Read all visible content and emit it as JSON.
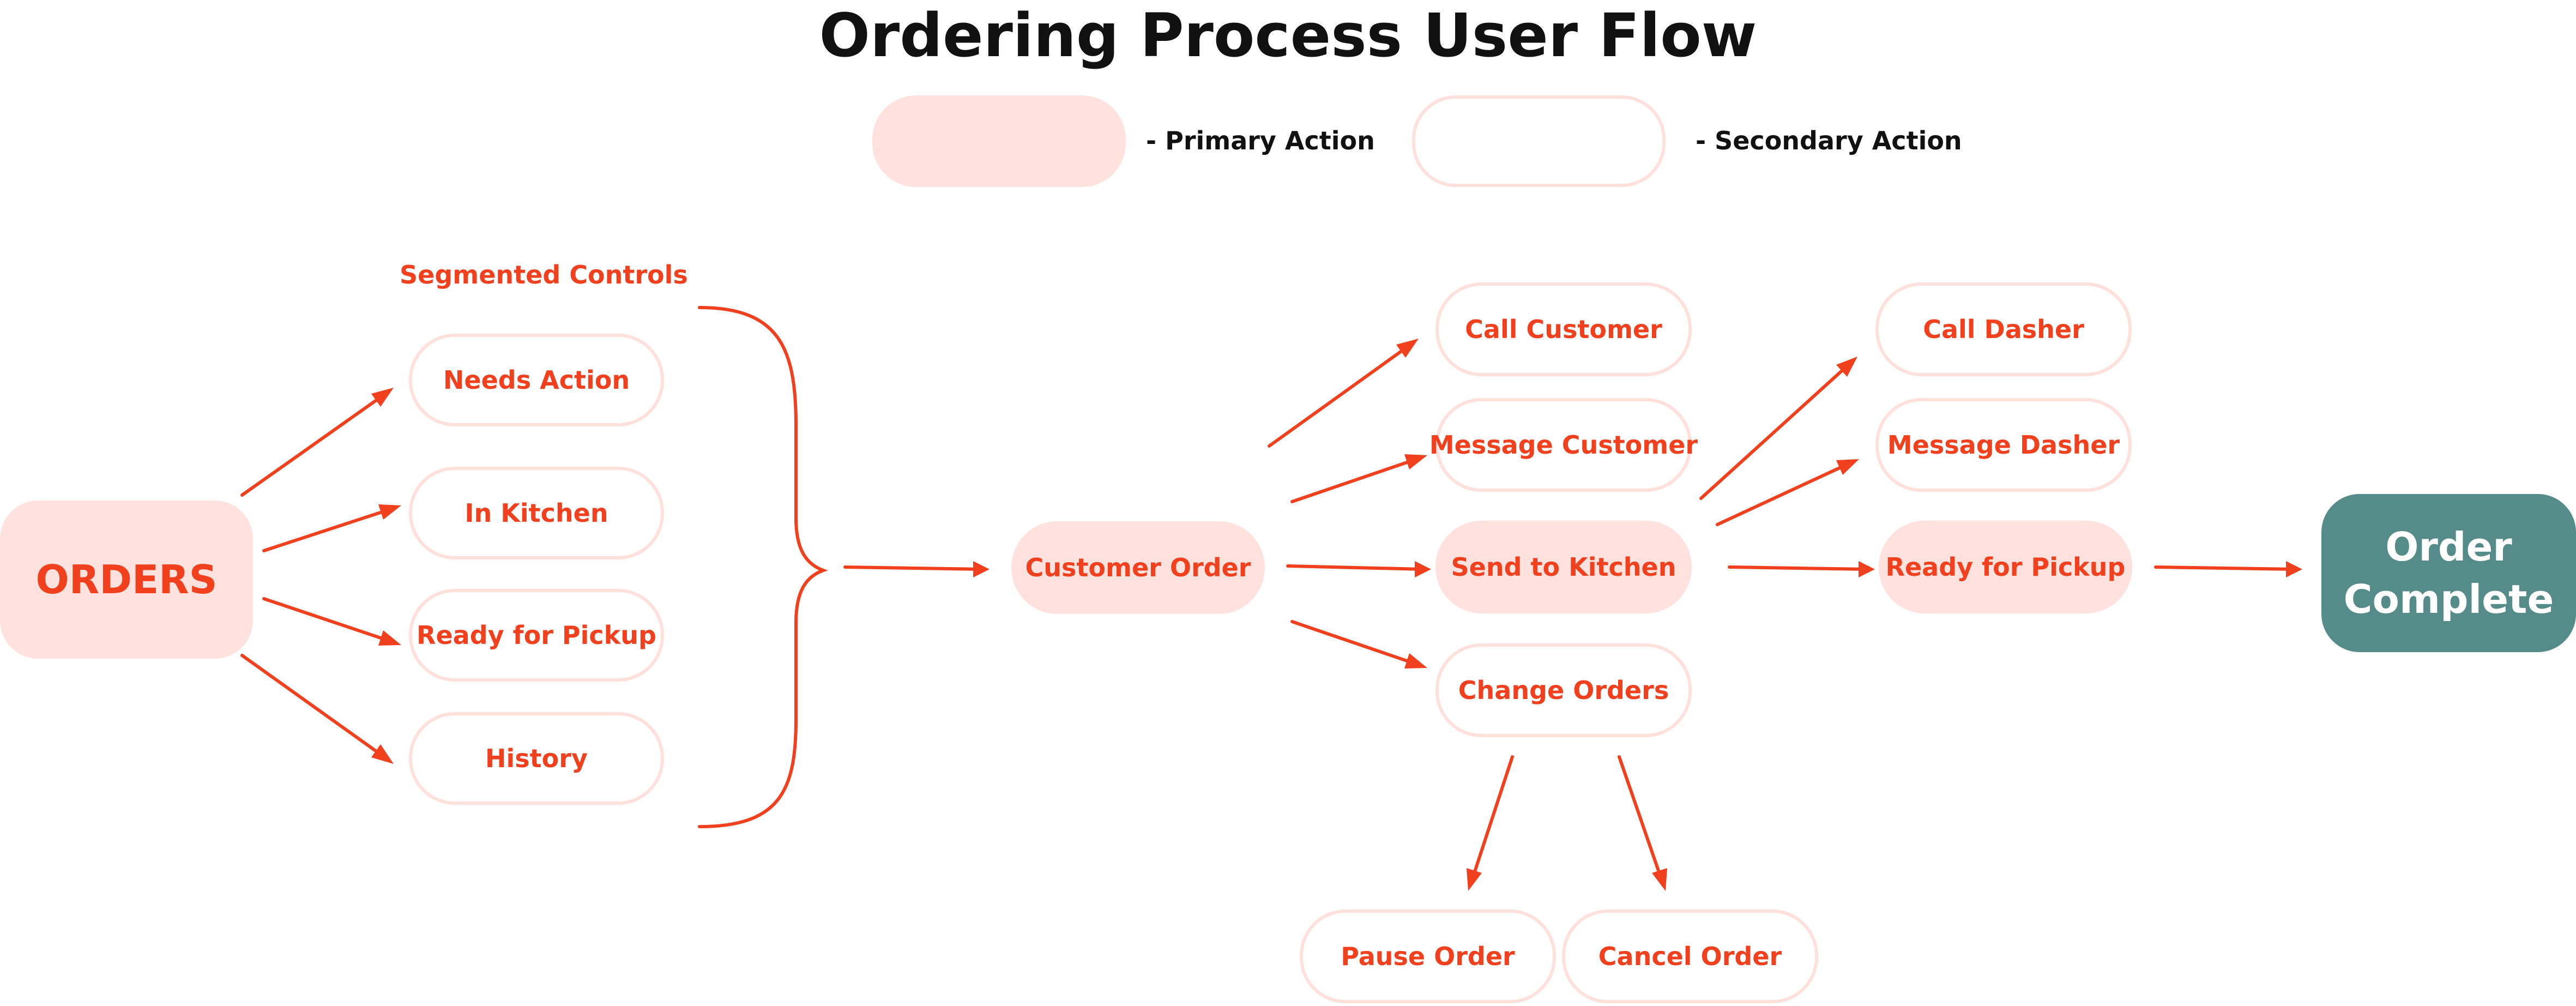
{
  "title": "Ordering Process User Flow",
  "legend": {
    "primary_label": "- Primary Action",
    "secondary_label": "- Secondary Action"
  },
  "colors": {
    "accent": "#f0401e",
    "primary_fill": "#ffe2de",
    "secondary_border": "#ffe0db",
    "final_fill": "#558c89",
    "title_text": "#111111"
  },
  "groups": {
    "segmented_controls": "Segmented Controls"
  },
  "nodes": {
    "orders": "ORDERS",
    "needs_action": "Needs Action",
    "in_kitchen": "In Kitchen",
    "ready_for_pickup_tab": "Ready for Pickup",
    "history": "History",
    "customer_order": "Customer Order",
    "call_customer": "Call Customer",
    "message_customer": "Message Customer",
    "send_to_kitchen": "Send to Kitchen",
    "change_orders": "Change Orders",
    "pause_order": "Pause Order",
    "cancel_order": "Cancel Order",
    "call_dasher": "Call Dasher",
    "message_dasher": "Message Dasher",
    "ready_for_pickup": "Ready for Pickup",
    "order_complete": "Order Complete"
  }
}
